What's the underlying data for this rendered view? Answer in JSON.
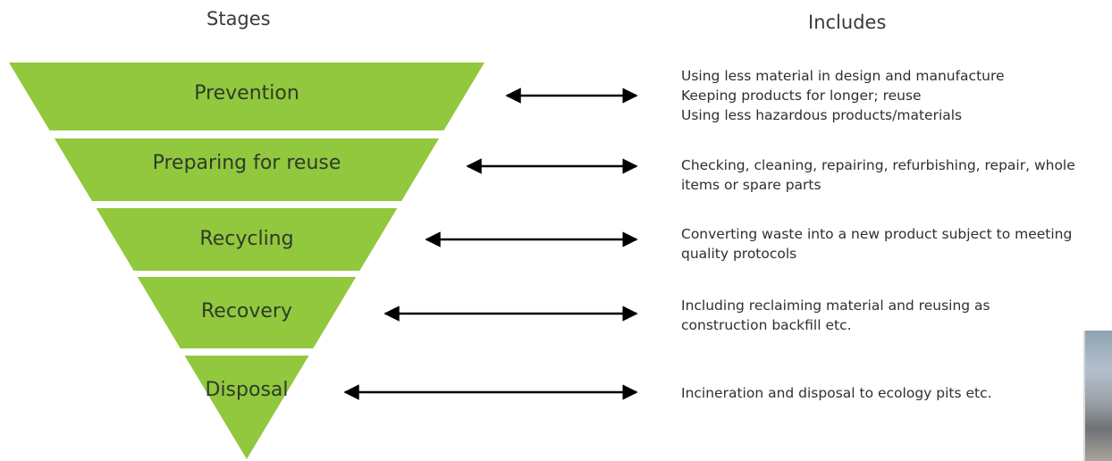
{
  "headers": {
    "stages": "Stages",
    "includes": "Includes"
  },
  "colors": {
    "band_fill": "#92c83e",
    "arrow": "#000000",
    "text": "#333333"
  },
  "stages": [
    {
      "label": "Prevention",
      "description": [
        "Using less material in design and manufacture",
        "Keeping products for longer; reuse",
        "Using less hazardous products/materials"
      ]
    },
    {
      "label": "Preparing for reuse",
      "description": [
        "Checking, cleaning, repairing, refurbishing, repair, whole",
        "items or spare parts"
      ]
    },
    {
      "label": "Recycling",
      "description": [
        "Converting waste into a new product subject to meeting",
        "quality protocols"
      ]
    },
    {
      "label": "Recovery",
      "description": [
        "Including reclaiming material and reusing as",
        "construction backfill etc."
      ]
    },
    {
      "label": "Disposal",
      "description": [
        "Incineration and disposal to ecology pits etc."
      ]
    }
  ]
}
